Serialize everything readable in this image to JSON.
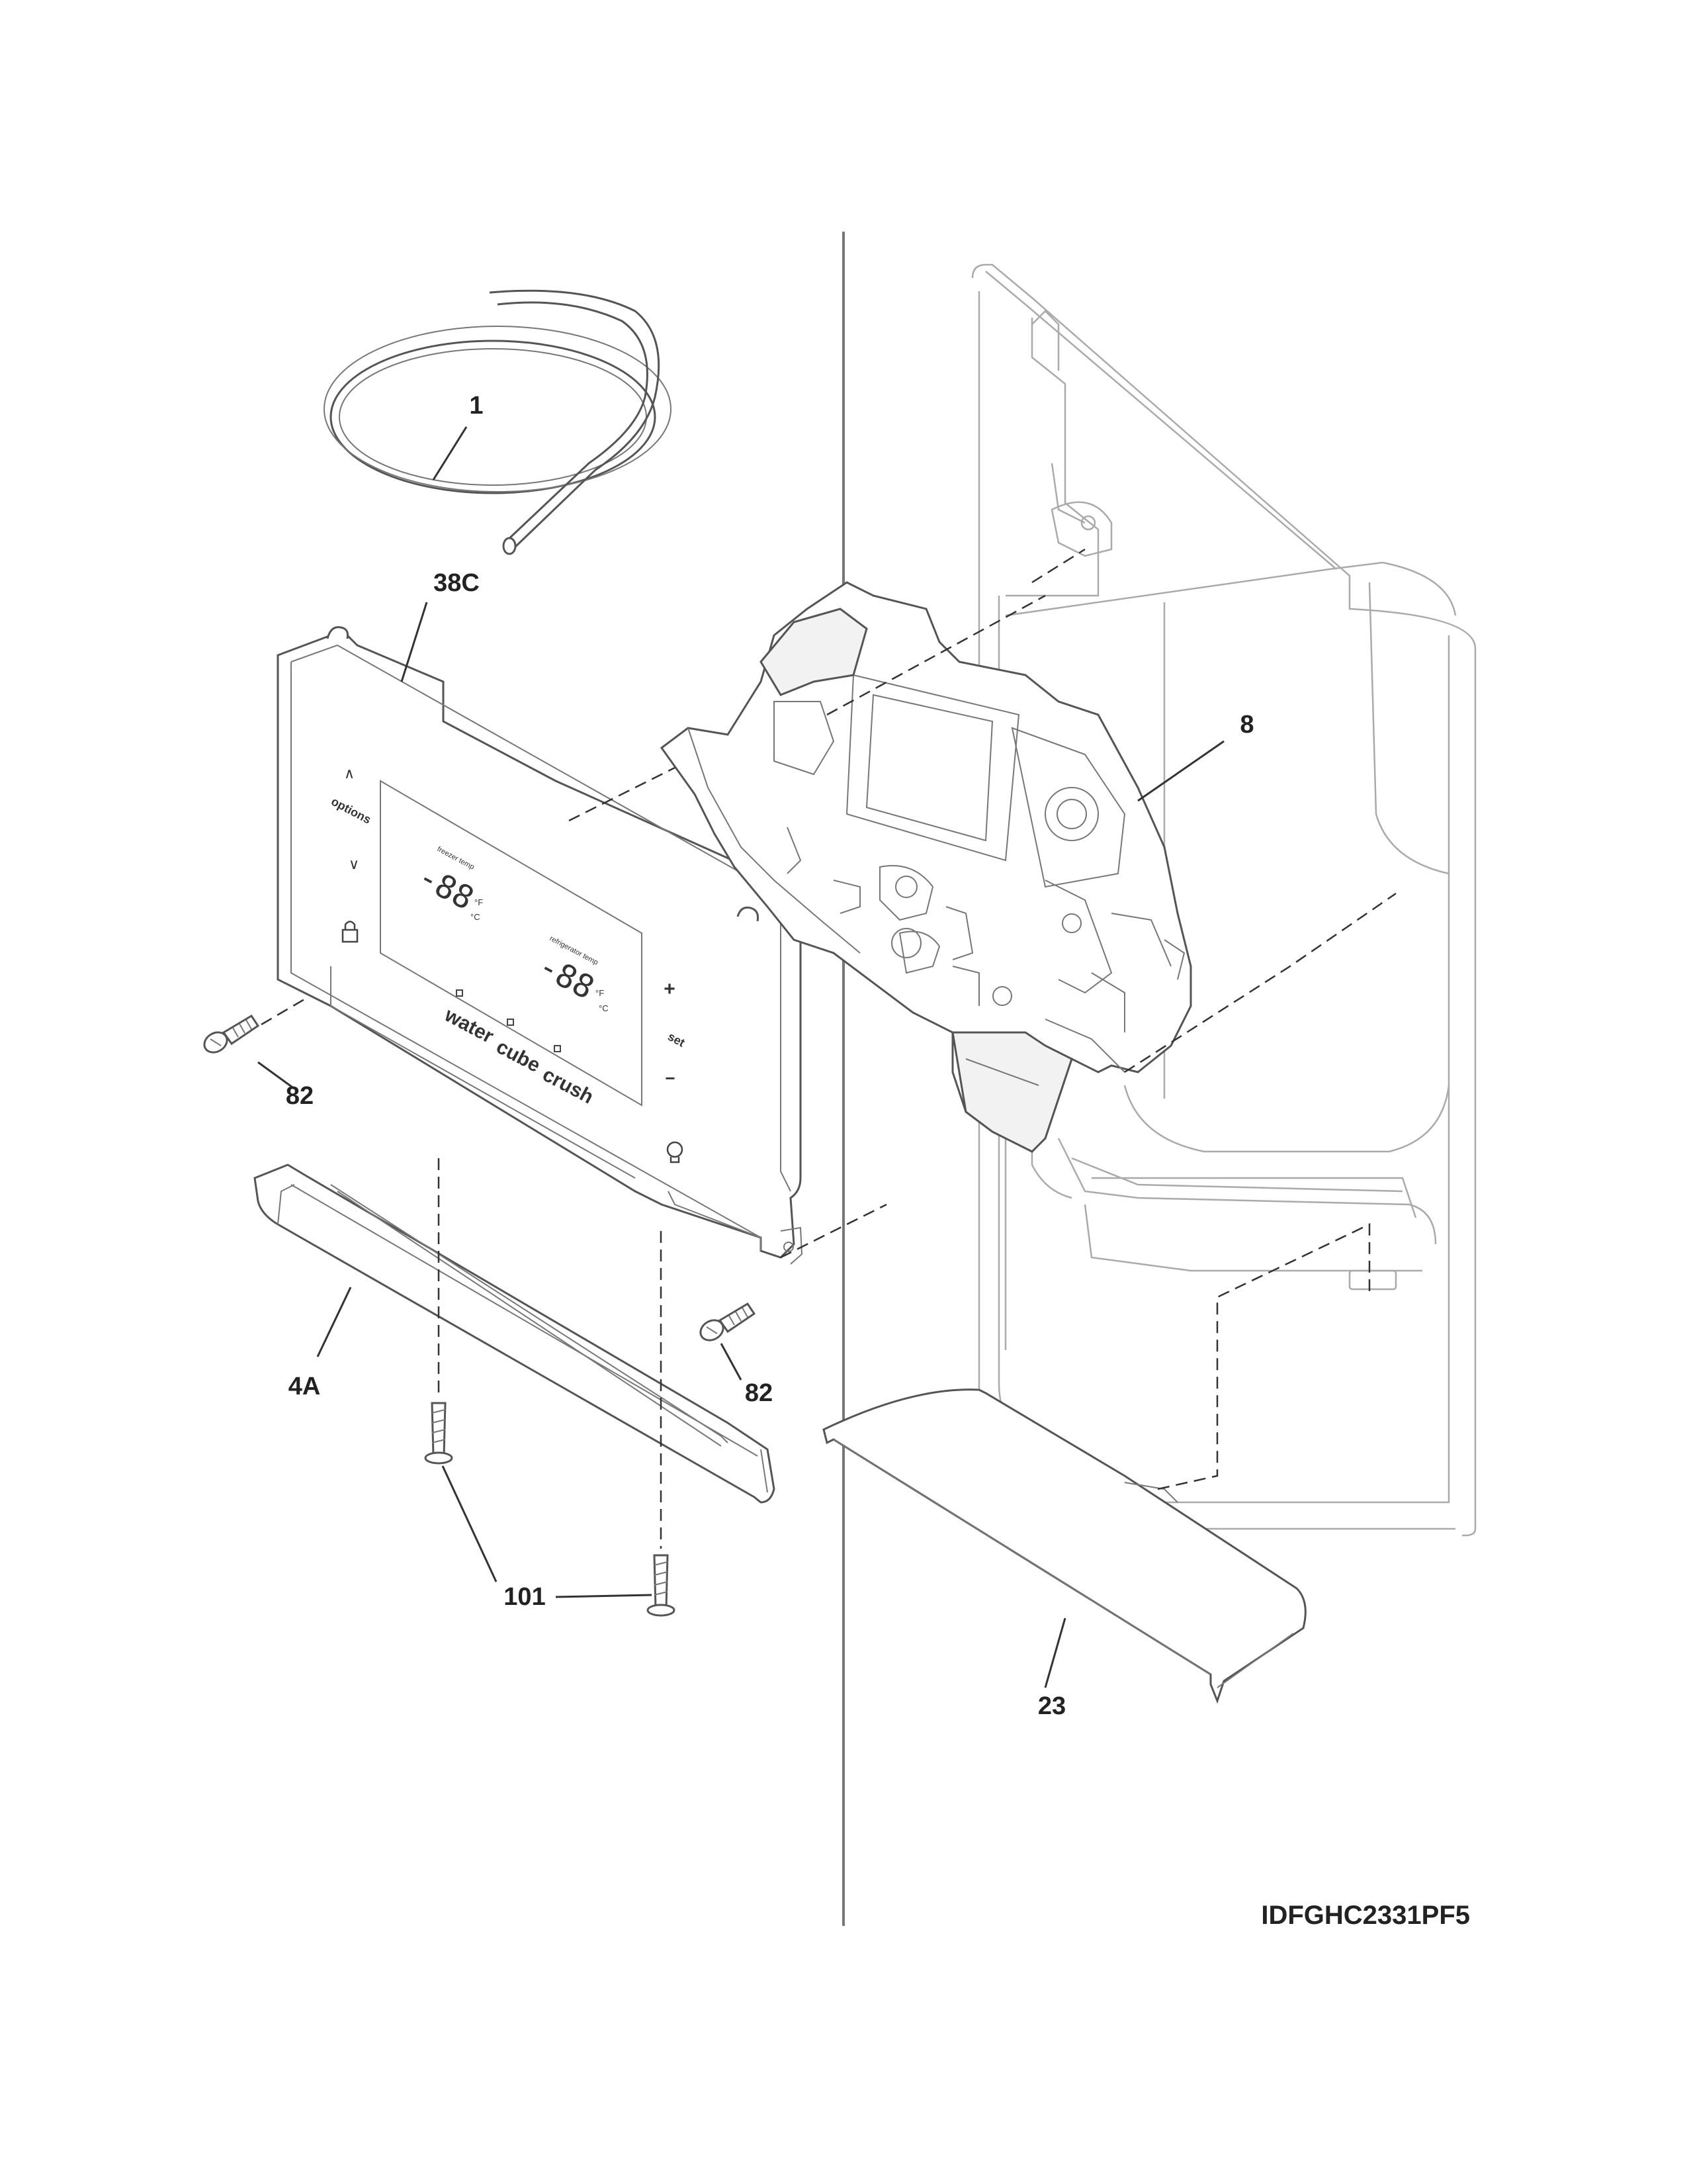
{
  "diagram": {
    "model_code": "IDFGHC2331PF5",
    "callouts": {
      "c1": "1",
      "c38c": "38C",
      "c8": "8",
      "c82_left": "82",
      "c82_right": "82",
      "c4a": "4A",
      "c101": "101",
      "c23": "23"
    },
    "panel": {
      "options": "options",
      "freezer_temp": "freezer temp",
      "refrigerator_temp": "refrigerator temp",
      "display_freezer": "-88",
      "display_fridge": "-88",
      "unit_f": "°F",
      "unit_c": "°C",
      "water": "water",
      "cube": "cube",
      "crush": "crush",
      "set": "set",
      "plus": "+",
      "minus": "−",
      "up": "∧",
      "down": "∨"
    }
  }
}
